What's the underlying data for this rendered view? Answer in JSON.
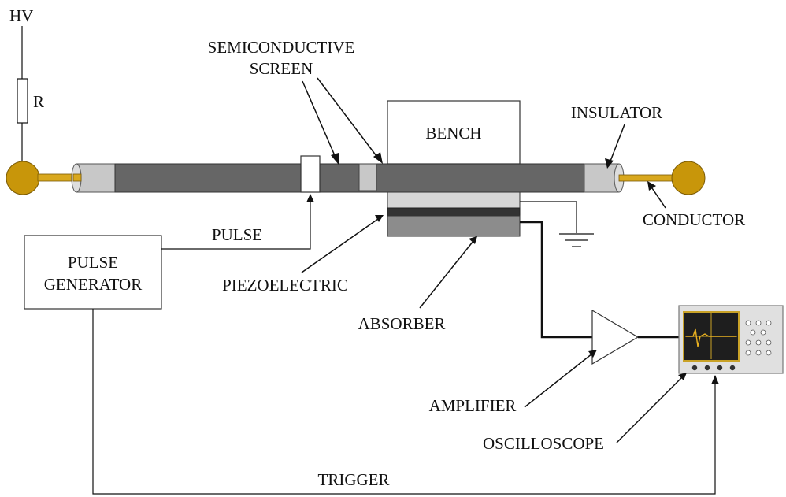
{
  "labels": {
    "hv": "HV",
    "resistor": "R",
    "semiconductive_line1": "SEMICONDUCTIVE",
    "semiconductive_line2": "SCREEN",
    "bench": "BENCH",
    "insulator": "INSULATOR",
    "conductor": "CONDUCTOR",
    "pulse": "PULSE",
    "pulse_generator_line1": "PULSE",
    "pulse_generator_line2": "GENERATOR",
    "piezoelectric": "PIEZOELECTRIC",
    "absorber": "ABSORBER",
    "amplifier": "AMPLIFIER",
    "oscilloscope": "OSCILLOSCOPE",
    "trigger": "TRIGGER"
  },
  "colors": {
    "line": "#111111",
    "electrode": "#c8960a",
    "conductor_rod": "#d9a81e",
    "cable_semicon": "#666666",
    "insulator": "#c8c8c8",
    "absorber": "#8c8c8c",
    "absorber_top": "#d6d6d6",
    "scope_body": "#e0e0e0",
    "scope_screen": "#1e1e1e",
    "scope_frame": "#c9a227",
    "waveform": "#e8b020"
  }
}
